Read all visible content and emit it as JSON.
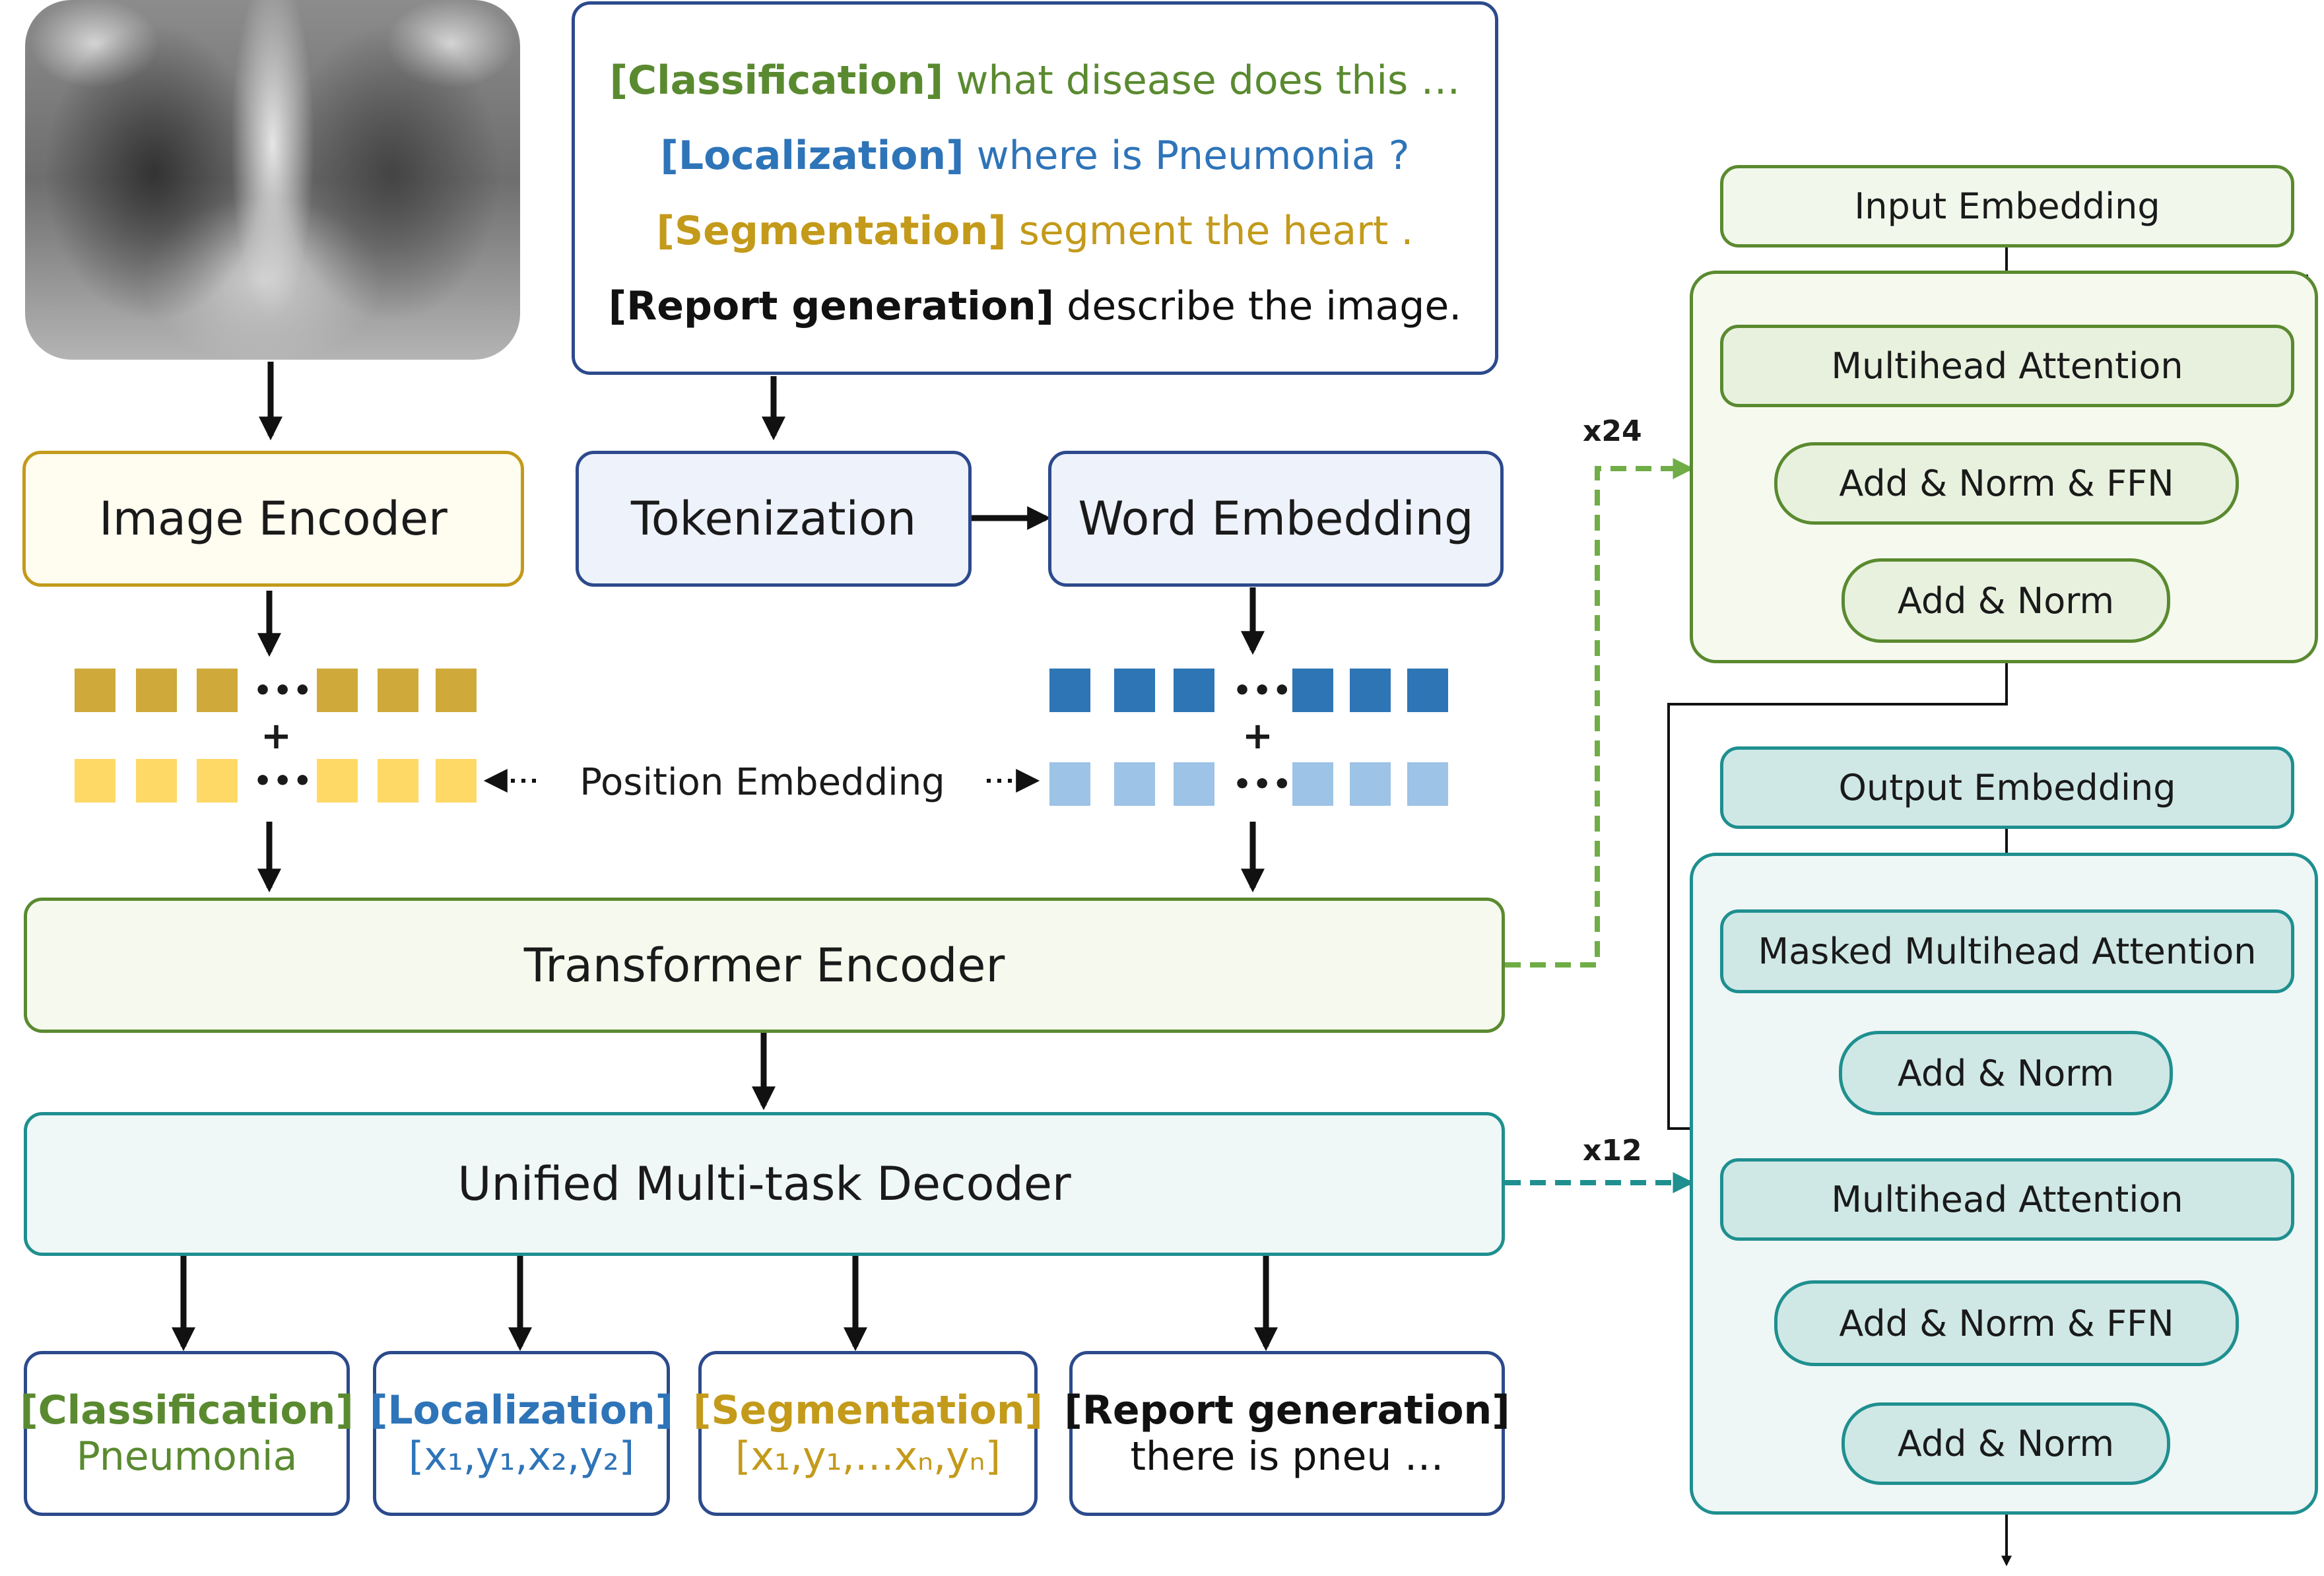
{
  "prompts": {
    "classification": {
      "tag": "[Classification]",
      "text": "what disease does this …"
    },
    "localization": {
      "tag": "[Localization]",
      "text": "where is Pneumonia ?"
    },
    "segmentation": {
      "tag": "[Segmentation]",
      "text": "segment the heart ."
    },
    "report": {
      "tag": "[Report generation]",
      "text": "describe the image."
    }
  },
  "blocks": {
    "image_encoder": "Image Encoder",
    "tokenization": "Tokenization",
    "word_embedding": "Word Embedding",
    "position_embedding": "Position Embedding",
    "transformer_encoder": "Transformer Encoder",
    "decoder": "Unified Multi-task Decoder"
  },
  "symbols": {
    "dots": "•••",
    "plus": "+"
  },
  "outputs": {
    "classification": {
      "tag": "[Classification]",
      "value": "Pneumonia"
    },
    "localization": {
      "tag": "[Localization]",
      "value": "[x₁,y₁,x₂,y₂]"
    },
    "segmentation": {
      "tag": "[Segmentation]",
      "value": "[x₁,y₁,…xₙ,yₙ]"
    },
    "report": {
      "tag": "[Report generation]",
      "value": "there is pneu …"
    }
  },
  "encoder_detail": {
    "repeat": "x24",
    "input": "Input Embedding",
    "attention": "Multihead Attention",
    "ffn": "Add & Norm & FFN",
    "norm": "Add & Norm"
  },
  "decoder_detail": {
    "repeat": "x12",
    "output": "Output Embedding",
    "masked_attention": "Masked Multihead Attention",
    "norm1": "Add & Norm",
    "attention": "Multihead Attention",
    "ffn": "Add & Norm & FFN",
    "norm2": "Add & Norm"
  },
  "colors": {
    "gold": "#c39a1a",
    "green": "#5a8a30",
    "blue": "#2e74b8",
    "teal": "#1f8f8f",
    "navy": "#2c4a8c",
    "dark_gold_token": "#cfa93a",
    "light_gold_token": "#ffd966",
    "dark_blue_token": "#2e75b6",
    "light_blue_token": "#9dc3e6"
  }
}
